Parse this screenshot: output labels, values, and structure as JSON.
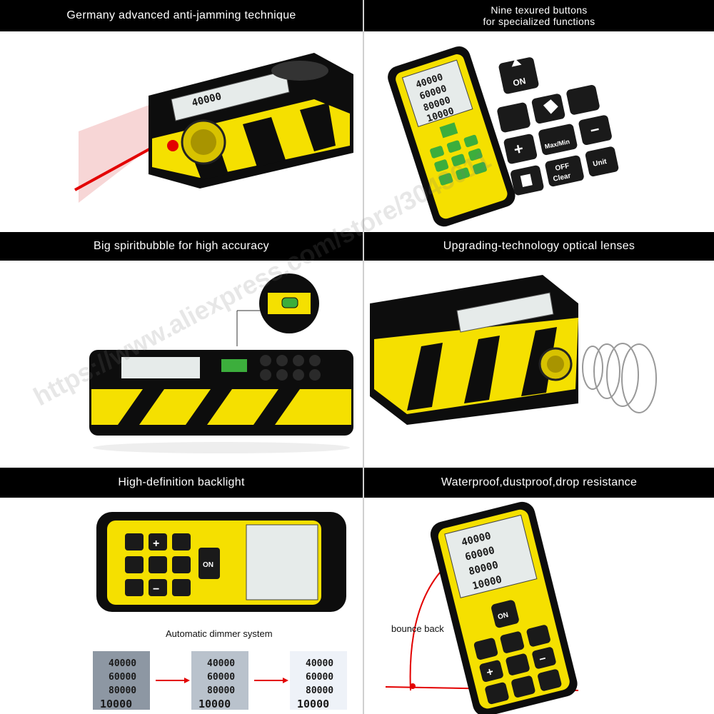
{
  "panels": {
    "p1": {
      "title": "Germany advanced anti-jamming technique"
    },
    "p2": {
      "title_line1": "Nine texured buttons",
      "title_line2": "for specialized functions"
    },
    "p3": {
      "title": "Big spiritbubble for high accuracy"
    },
    "p4": {
      "title": "Upgrading-technology optical lenses"
    },
    "p5": {
      "title": "High-definition backlight",
      "caption": "Automatic dimmer system"
    },
    "p6": {
      "title": "Waterproof,dustproof,drop resistance",
      "caption": "bounce back"
    }
  },
  "buttons": {
    "on": "ON",
    "maxmin": "Max/Min",
    "off_clear_1": "OFF",
    "off_clear_2": "Clear",
    "unit": "Unit",
    "plus": "+",
    "minus": "−"
  },
  "lcd_readings": [
    "40000",
    "60000",
    "80000",
    "10000"
  ],
  "watermark": "https://www.aliexpress.com/store/3043011",
  "colors": {
    "yellow": "#f5e000",
    "black": "#0d0d0d",
    "lcd": "#e6ebea",
    "laser": "#e30000",
    "banner": "#000000"
  }
}
